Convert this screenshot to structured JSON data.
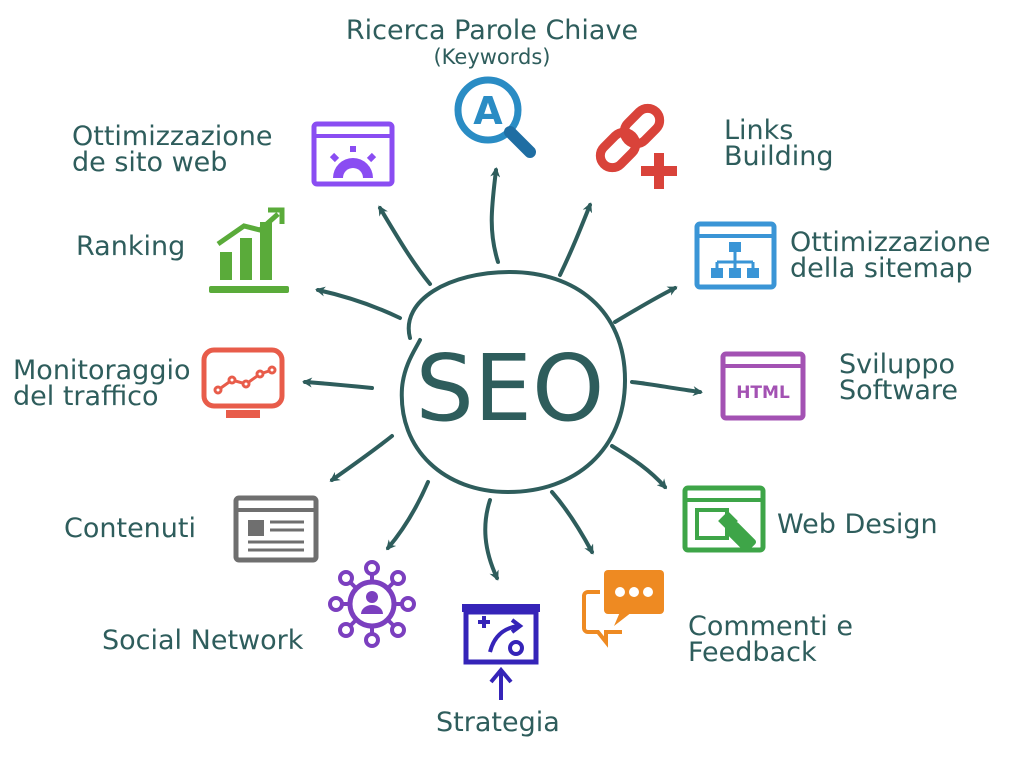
{
  "center": {
    "text": "SEO"
  },
  "colors": {
    "text": "#2e5d5c",
    "hub": "#2e5d5c",
    "keywords": "#2a8cc4",
    "links": "#d9433a",
    "sitemap": "#3a95d6",
    "software": "#a352b3",
    "webdesign": "#3ea548",
    "feedback": "#ee8a22",
    "strategia": "#3524b8",
    "social": "#7b3fbf",
    "contenuti": "#6f6f6f",
    "traffico": "#e85c4a",
    "ranking": "#5aab3a",
    "sito": "#8a4df2"
  },
  "nodes": {
    "keywords": {
      "title": "Ricerca Parole Chiave",
      "subtitle": "(Keywords)",
      "icon": "magnifier-a-icon"
    },
    "links": {
      "line1": "Links",
      "line2": "Building",
      "icon": "chain-link-plus-icon"
    },
    "sitemap": {
      "line1": "Ottimizzazione",
      "line2": "della sitemap",
      "icon": "sitemap-icon"
    },
    "software": {
      "line1": "Sviluppo",
      "line2": "Software",
      "icon": "html-window-icon",
      "badge": "HTML"
    },
    "webdesign": {
      "line1": "Web Design",
      "icon": "web-design-brush-icon"
    },
    "feedback": {
      "line1": "Commenti e",
      "line2": "Feedback",
      "icon": "chat-bubbles-icon"
    },
    "strategia": {
      "line1": "Strategia",
      "icon": "strategy-board-icon"
    },
    "social": {
      "line1": "Social Network",
      "icon": "social-network-icon"
    },
    "contenuti": {
      "line1": "Contenuti",
      "icon": "content-document-icon"
    },
    "traffico": {
      "line1": "Monitoraggio",
      "line2": "del traffico",
      "icon": "traffic-monitor-icon"
    },
    "ranking": {
      "line1": "Ranking",
      "icon": "bar-chart-icon"
    },
    "sito": {
      "line1": "Ottimizzazione",
      "line2": "de sito web",
      "icon": "website-gear-icon"
    }
  }
}
